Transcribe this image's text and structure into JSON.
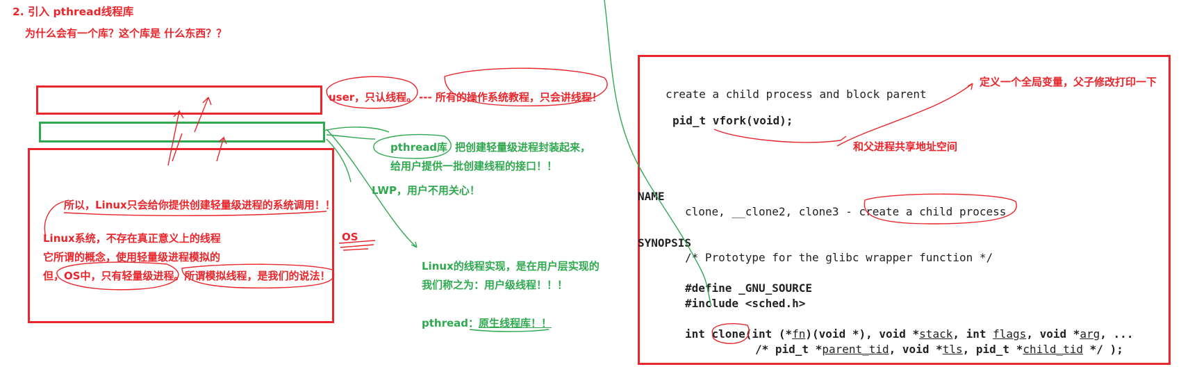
{
  "heading": {
    "title": "2. 引入 pthread线程库",
    "question": "为什么会有一个库？这个库是 什么东西？？"
  },
  "left": {
    "user_note": "user，只认线程。",
    "dash_note": "--- 所有的操作系统教程，只会讲线程！",
    "pthread_label": "pthread库",
    "pthread_desc1": "把创建轻量级进程封装起来，",
    "pthread_desc2": "给用户提供一批创建线程的接口！！",
    "lwp_note": "LWP，用户不用关心！",
    "syscall_note": "所以，Linux只会给你提供创建轻量级进程的系统调用！！",
    "linux_line1": "Linux系统，不存在真正意义上的线程",
    "linux_line2": "它所谓的概念，使用轻量级进程模拟的",
    "linux_line3": "但，OS中，只有轻量级进程。所谓模拟线程，是我们的说法！",
    "os_label": "OS",
    "impl_line1": "Linux的线程实现，是在用户层实现的",
    "impl_line2": "我们称之为：用户级线程！！！",
    "native_label": "pthread：",
    "native_value": "原生线程库！！"
  },
  "right": {
    "vfork_desc": "create a child process and block parent",
    "vfork_sig": "pid_t vfork(void);",
    "global_note": "定义一个全局变量，父子修改打印一下",
    "share_note": "和父进程共享地址空间",
    "name_header": "NAME",
    "clone_names": "clone, __clone2, clone3 - ",
    "clone_desc": "create a child process",
    "synopsis_header": "SYNOPSIS",
    "comment": "/* Prototype for the glibc wrapper function */",
    "define_line": "#define _GNU_SOURCE",
    "include_line": "#include <sched.h>",
    "proto": {
      "kw_int": "int ",
      "fname": "clone",
      "p1": "(int (*",
      "fn": "fn",
      "p2": ")(void *), void *",
      "stack": "stack",
      "p3": ", int ",
      "flags": "flags",
      "p4": ", void *",
      "arg": "arg",
      "p5": ", ..."
    },
    "proto2": {
      "p1": "/* pid_t *",
      "parent_tid": "parent_tid",
      "p2": ", void *",
      "tls": "tls",
      "p3": ", pid_t *",
      "child_tid": "child_tid",
      "p4": " */ );"
    }
  },
  "colors": {
    "red": "#e8262b",
    "green": "#2fa84f",
    "text": "#222222"
  }
}
